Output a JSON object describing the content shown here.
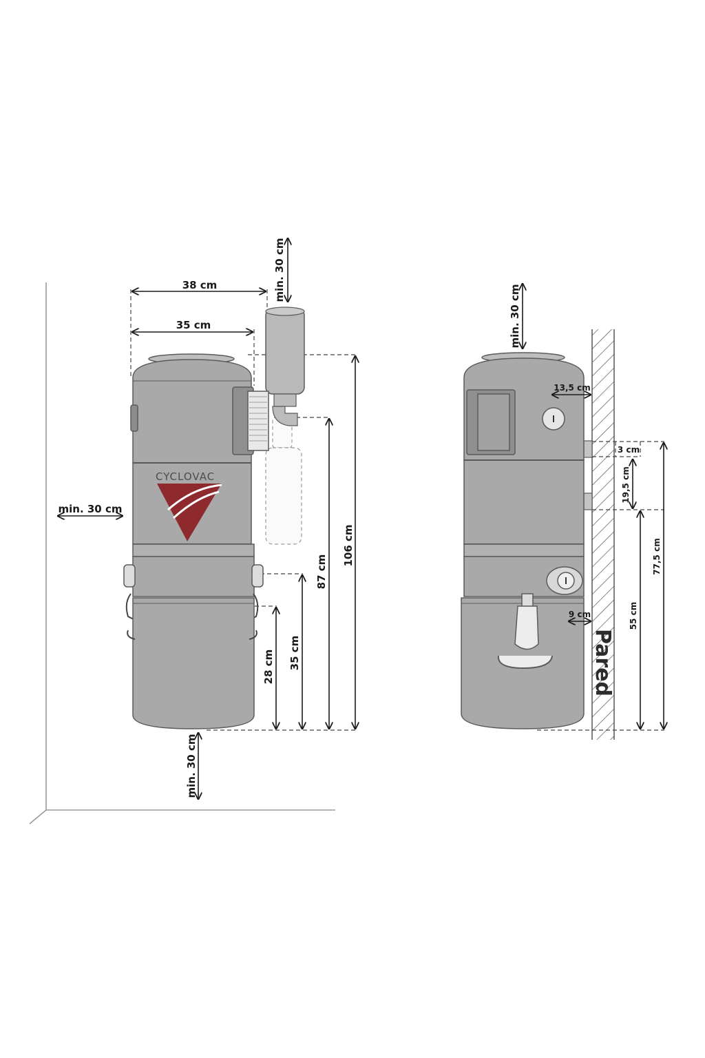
{
  "brand": {
    "name": "CYCLOVAC",
    "logo_color": "#8e2a2e"
  },
  "colors": {
    "unit_body": "#a7a7a7",
    "unit_outline": "#5a5a5a",
    "dimension_line": "#1a1a1a"
  },
  "left_view": {
    "width_total": "38 cm",
    "width_body": "35 cm",
    "clearance_top": "min. 30 cm",
    "clearance_side": "min. 30 cm",
    "clearance_bottom": "min. 30 cm",
    "height_total": "106 cm",
    "height_upper": "87 cm",
    "height_inlet": "35 cm",
    "height_handle": "28 cm"
  },
  "right_view": {
    "clearance_top": "min. 30 cm",
    "inlet_offset": "13,5 cm",
    "bracket_height": "3 cm",
    "bracket_gap": "19,5 cm",
    "bracket_to_floor": "77,5 cm",
    "lower_bracket_height": "55 cm",
    "wall_offset": "9 cm",
    "wall_label": "Pared"
  }
}
